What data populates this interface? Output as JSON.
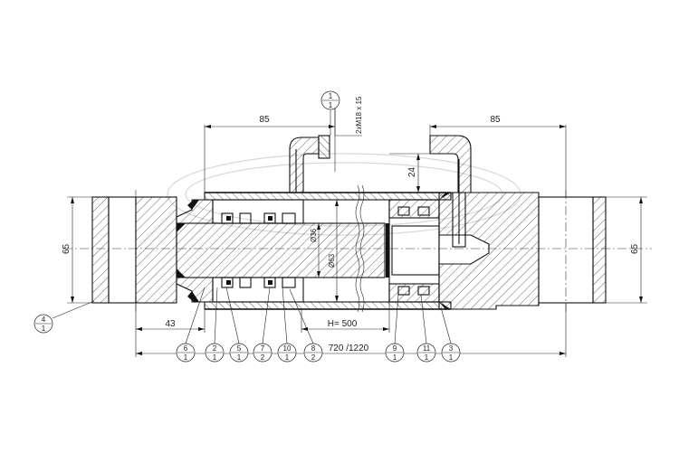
{
  "dimensions": {
    "top_left": "85",
    "top_right": "85",
    "thread": "2xM18 x 15",
    "port_offset": "24",
    "left_height": "65",
    "right_height": "65",
    "rod_diameter": "Ø36",
    "bore_diameter": "Ø63",
    "stroke": "H= 500",
    "left_length": "43",
    "total_length": "720 /1220"
  },
  "callouts": [
    {
      "top": "4",
      "bottom": "1"
    },
    {
      "top": "1",
      "bottom": "1"
    },
    {
      "top": "6",
      "bottom": "1"
    },
    {
      "top": "2",
      "bottom": "1"
    },
    {
      "top": "5",
      "bottom": "1"
    },
    {
      "top": "7",
      "bottom": "2"
    },
    {
      "top": "10",
      "bottom": "1"
    },
    {
      "top": "8",
      "bottom": "2"
    },
    {
      "top": "9",
      "bottom": "1"
    },
    {
      "top": "11",
      "bottom": "1"
    },
    {
      "top": "3",
      "bottom": "1"
    }
  ]
}
